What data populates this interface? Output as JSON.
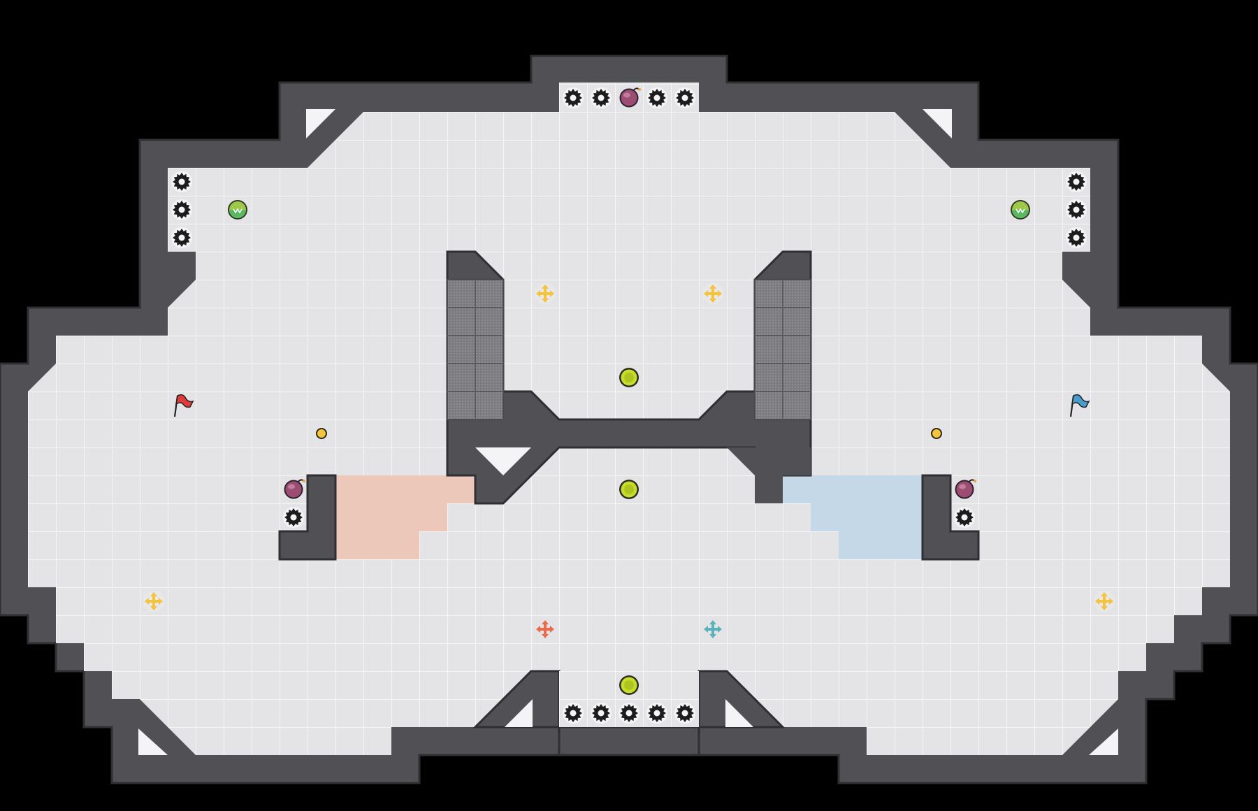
{
  "game": {
    "type": "top-down arena map",
    "colors": {
      "background": "#000000",
      "wall": "#505055",
      "wall_edge": "#2e2e33",
      "floor": "#e4e4e7",
      "grid": "#f4f4f6",
      "red_zone": "#ecc8bb",
      "blue_zone": "#c4d8e8",
      "gate": "#7e7e82",
      "boost": "#c8dc2c",
      "boost_ring": "#3a3a20",
      "spike": "#1c1c1c",
      "bomb": "#9b4d72",
      "tile_powerup": "#7cc060",
      "yellow_arrow": "#f4c43c",
      "red_arrow": "#ea6a4a",
      "blue_arrow": "#5cb0b8",
      "red_flag": "#e03a3a",
      "blue_flag": "#4a9ccc",
      "small_portal": "#f4c43c"
    },
    "items": {
      "spikes": [
        {
          "name": "spike-top-1"
        },
        {
          "name": "spike-top-2"
        },
        {
          "name": "spike-top-3"
        },
        {
          "name": "spike-top-4"
        },
        {
          "name": "spike-left-1"
        },
        {
          "name": "spike-left-2"
        },
        {
          "name": "spike-left-3"
        },
        {
          "name": "spike-right-1"
        },
        {
          "name": "spike-right-2"
        },
        {
          "name": "spike-right-3"
        },
        {
          "name": "spike-red-base"
        },
        {
          "name": "spike-blue-base"
        },
        {
          "name": "spike-bottom-1"
        },
        {
          "name": "spike-bottom-2"
        },
        {
          "name": "spike-bottom-3"
        },
        {
          "name": "spike-bottom-4"
        },
        {
          "name": "spike-bottom-5"
        }
      ],
      "bombs": [
        "bomb-top",
        "bomb-red-base",
        "bomb-blue-base"
      ],
      "boosts": [
        "boost-center-upper",
        "boost-center-middle",
        "boost-center-lower"
      ],
      "tile_powerups": [
        "powerup-left",
        "powerup-right"
      ],
      "portals": [
        "portal-left",
        "portal-right"
      ],
      "arrows": [
        "yellow-arrow-top-left",
        "yellow-arrow-top-right",
        "yellow-arrow-left",
        "yellow-arrow-right",
        "red-team-arrow",
        "blue-team-arrow"
      ],
      "flags": [
        "red-flag",
        "blue-flag"
      ]
    }
  }
}
